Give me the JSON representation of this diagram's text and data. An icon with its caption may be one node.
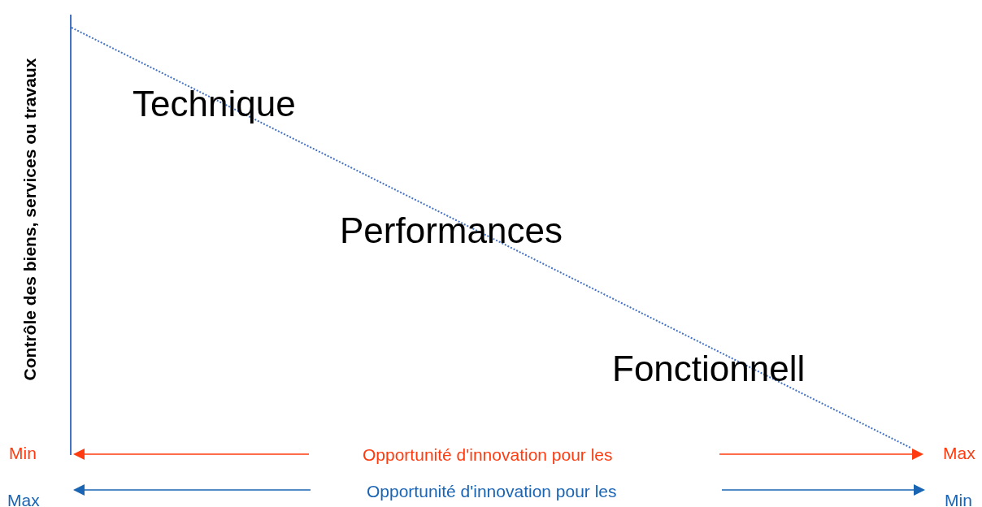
{
  "diagram": {
    "labels": [
      "Contrôle des biens, services ou travaux",
      "Technique",
      "Performances",
      "Fonctionnell",
      "Min",
      "Opportunité d'innovation pour les",
      "Max",
      "Max",
      "Opportunité d'innovation pour les",
      "Min"
    ]
  }
}
